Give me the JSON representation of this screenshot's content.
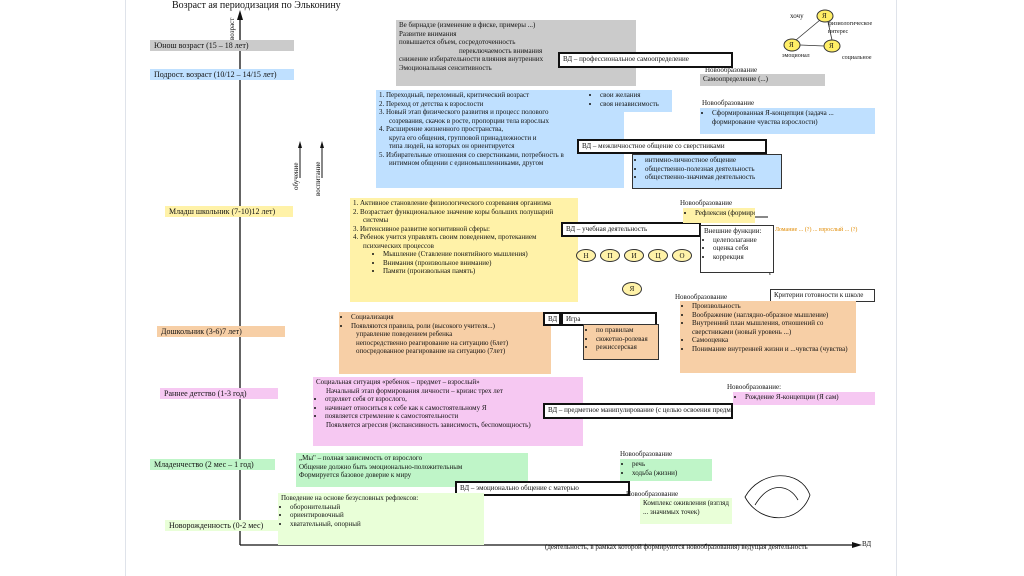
{
  "title": "Возраст ая периодизация по Эльконину",
  "axis": {
    "y_label": "возраст",
    "x_label": "ВД"
  },
  "vertical_labels": [
    "обучение",
    "воспитание"
  ],
  "colors": {
    "young": "#cbcbcb",
    "teen": "#bfe0ff",
    "school": "#fff2a8",
    "preschool": "#f7cfa6",
    "early": "#f6c8f2",
    "infancy": "#bff5c8",
    "newborn": "#e9ffd8"
  },
  "ages": [
    {
      "label": "Юнош возраст (15 – 18 лет)"
    },
    {
      "label": "Подрост. возраст (10/12 – 14/15 лет)"
    },
    {
      "label": "Младш школьник (7-10)12 лет)"
    },
    {
      "label": "Дошкольник (3-6)7 лет)"
    },
    {
      "label": "Раннее детство (1-3 год)"
    },
    {
      "label": "Младенчество (2 мес – 1 год)"
    },
    {
      "label": "Новорожденность (0-2 мес)"
    }
  ],
  "youth": {
    "lines": [
      "Ве бирнадзе (изменение в фиске, примеры ...)",
      "Развитие внимания",
      "повышается объем, сосредоточенность",
      "переключаемость внимания",
      "снижение избирательности влияния внутренних",
      "Эмоциональная сенситивность"
    ],
    "vd": "ВД – профессиональное самоопределение",
    "new_title": "Новообразование",
    "new_text": "Самоопределение (...)"
  },
  "teen": {
    "lines": [
      "1. Переходный, переломный, критический возраст",
      "2. Переход от детства к взрослости",
      "3. Новый этап физического развития и процесс полового",
      "созревания, скачок в росте, пропорции тела взрослых",
      "4. Расширение жизненного пространства,",
      "круга его общения, групповой принадлежности и",
      "типа людей, на которых он ориентируется",
      "5. Избирательные отношения со сверстниками, потребность в",
      "интимном общении с единомышленниками, другом"
    ],
    "side": [
      "свои желания",
      "своя независимость"
    ],
    "vd": "ВД – межличностное общение со сверстниками",
    "vd_items": [
      "интимно-личностное общение",
      "общественно-полезная деятельность",
      "общественно-значимая деятельность"
    ],
    "new_title": "Новообразование",
    "new_items": [
      "Сформированная Я-концепция (задача ... формирование чувства взрослости)"
    ]
  },
  "school": {
    "lines": [
      "1. Активное становление физиологического созревания организма",
      "2. Возрастает функциональное значение коры больших полушарий",
      "системы",
      "3. Интенсивное развитие когнитивной сферы:",
      "4. Ребенок учится управлять своим поведением, протеканием",
      "психических процессов"
    ],
    "sub": [
      "Мышление (Ставление понятийного мышления)",
      "Внимания (произвольное внимание)",
      "Памяти (произвольная память)"
    ],
    "vd": "ВД – учебная деятельность",
    "new_title": "Новообразование",
    "new_items": [
      "Рефлексия (формирование Я)"
    ],
    "func_title": "Внешние функции:",
    "func_items": [
      "целеполагание",
      "оценка себя",
      "коррекция"
    ],
    "note": "Ломание ... (?) ... взрослый ... (?)",
    "circles": [
      "Н",
      "П",
      "И",
      "Ц",
      "О"
    ],
    "circle_ya": "Я"
  },
  "preschool": {
    "lines": [
      "Социализация",
      "Появляются правила, роли (высокого учителя...)",
      "управление поведением ребенка",
      "непосредственно реагирование на ситуацию (6лет)",
      "опосредованное реагирование на ситуацию (7лет)"
    ],
    "vd": "ВД",
    "game": "Игра",
    "game_items": [
      "по правилам",
      "сюжетно-ролевая",
      "режиссерская"
    ],
    "new_title": "Новообразование",
    "criteria": "Критерии готовности к школе",
    "new_items": [
      "Произвольность",
      "Воображение (наглядно-образное мышление)",
      "Внутренний план мышления, отношений со сверстниками (новый уровень ...)",
      "Самооценка",
      "Понимание внутренней жизни и ...чувства (чувства)"
    ]
  },
  "early": {
    "lines": [
      "Социальная ситуация «ребенок – предмет – взрослый»",
      "Начальный этап формирования личности – кризис трех лет",
      "отделяет себя от взрослого,",
      "начинает относиться к себе как к самостоятельному Я",
      "появляется стремление к самостоятельности",
      "Появляется агрессия (экспансивность зависимость, беспомощность)"
    ],
    "vd": "ВД – предметное манипулирование (с целью освоения предмета)",
    "new_title": "Новообразование:",
    "new_items": [
      "Рождение Я-концепции (Я сам)"
    ]
  },
  "infancy": {
    "lines": [
      "„Мы\" – полная зависимость от взрослого",
      "Общение должно быть эмоционально-положительным",
      "Формируется базовое доверие к миру"
    ],
    "vd": "ВД – эмоционально общение с матерью",
    "new_title": "Новообразование",
    "new_items": [
      "речь",
      "ходьба (жизни)"
    ]
  },
  "newborn": {
    "lines": [
      "Поведение на основе безусловных рефлексов:",
      "оборонительный",
      "ориентировочный",
      "хватательный, опорный"
    ],
    "new_title": "Новообразование",
    "new_text": "Комплекс оживления (взгляд ... значимых точек)"
  },
  "bottom_caption": "(деятельность, в рамках которой формируются новообразования) ведущая деятельность",
  "top_right": {
    "hochu": "хочу",
    "ya": "Я",
    "physical": "физиологическое",
    "interest": "интерес",
    "ya_labels": [
      "Я",
      "Я"
    ],
    "emotional": "эмоционал",
    "social": "социальное"
  }
}
